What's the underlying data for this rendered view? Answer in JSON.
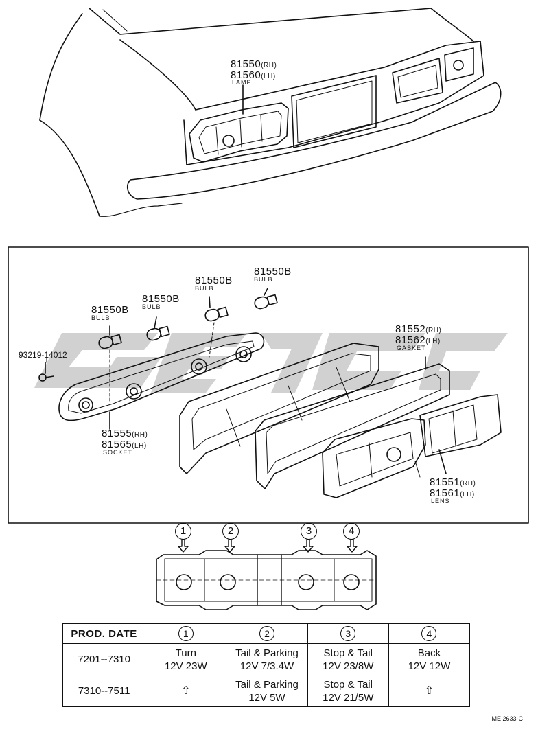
{
  "car_view": {
    "lamp_part_rh": "81550",
    "lamp_rh_suffix": "(RH)",
    "lamp_part_lh": "81560",
    "lamp_lh_suffix": "(LH)",
    "lamp_label": "LAMP"
  },
  "exploded_view": {
    "bulbs": [
      {
        "part": "81550B",
        "label": "BULB"
      },
      {
        "part": "81550B",
        "label": "BULB"
      },
      {
        "part": "81550B",
        "label": "BULB"
      },
      {
        "part": "81550B",
        "label": "BULB"
      }
    ],
    "screw_part": "93219-14012",
    "socket": {
      "rh": "81555",
      "rh_suffix": "(RH)",
      "lh": "81565",
      "lh_suffix": "(LH)",
      "label": "SOCKET"
    },
    "gasket": {
      "rh": "81552",
      "rh_suffix": "(RH)",
      "lh": "81562",
      "lh_suffix": "(LH)",
      "label": "GASKET"
    },
    "lens": {
      "rh": "81551",
      "rh_suffix": "(RH)",
      "lh": "81561",
      "lh_suffix": "(LH)",
      "label": "LENS"
    }
  },
  "position_markers": [
    "1",
    "2",
    "3",
    "4"
  ],
  "table": {
    "header": {
      "prod_date": "PROD. DATE",
      "c1": "1",
      "c2": "2",
      "c3": "3",
      "c4": "4"
    },
    "rows": [
      {
        "date": "7201--7310",
        "c1_line1": "Turn",
        "c1_line2": "12V 23W",
        "c2_line1": "Tail & Parking",
        "c2_line2": "12V 7/3.4W",
        "c3_line1": "Stop & Tail",
        "c3_line2": "12V 23/8W",
        "c4_line1": "Back",
        "c4_line2": "12V 12W"
      },
      {
        "date": "7310--7511",
        "c1_symbol": "⇧",
        "c2_line1": "Tail & Parking",
        "c2_line2": "12V 5W",
        "c3_line1": "Stop & Tail",
        "c3_line2": "12V 21/5W",
        "c4_symbol": "⇧"
      }
    ]
  },
  "figure_code": "ME 2633-C"
}
